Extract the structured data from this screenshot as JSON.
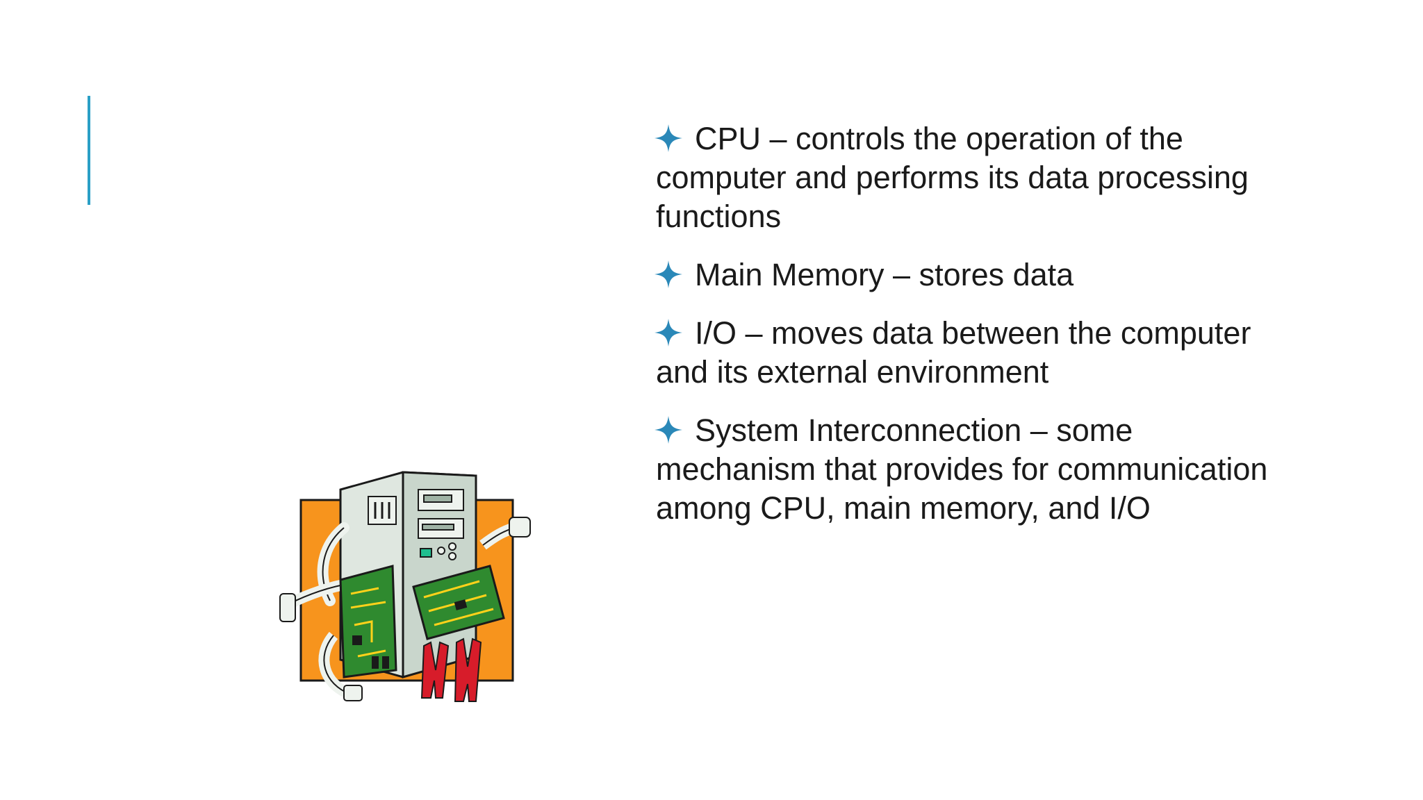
{
  "accent_color": "#2a9fc6",
  "bullet_icon": "four-point-star-icon",
  "bullets": [
    {
      "text": "CPU – controls the operation of the computer and performs its data processing functions"
    },
    {
      "text": "Main Memory – stores data"
    },
    {
      "text": "I/O – moves data between the computer and its external environment"
    },
    {
      "text": "System Interconnection – some mechanism that provides for communication among CPU, main memory, and I/O"
    }
  ],
  "clipart": {
    "icon": "computer-repair-clipart-icon",
    "colors": {
      "frame": "#f7941d",
      "board": "#2f8a2f",
      "case": "#dfe7e0",
      "figures": "#d71c2a"
    }
  }
}
